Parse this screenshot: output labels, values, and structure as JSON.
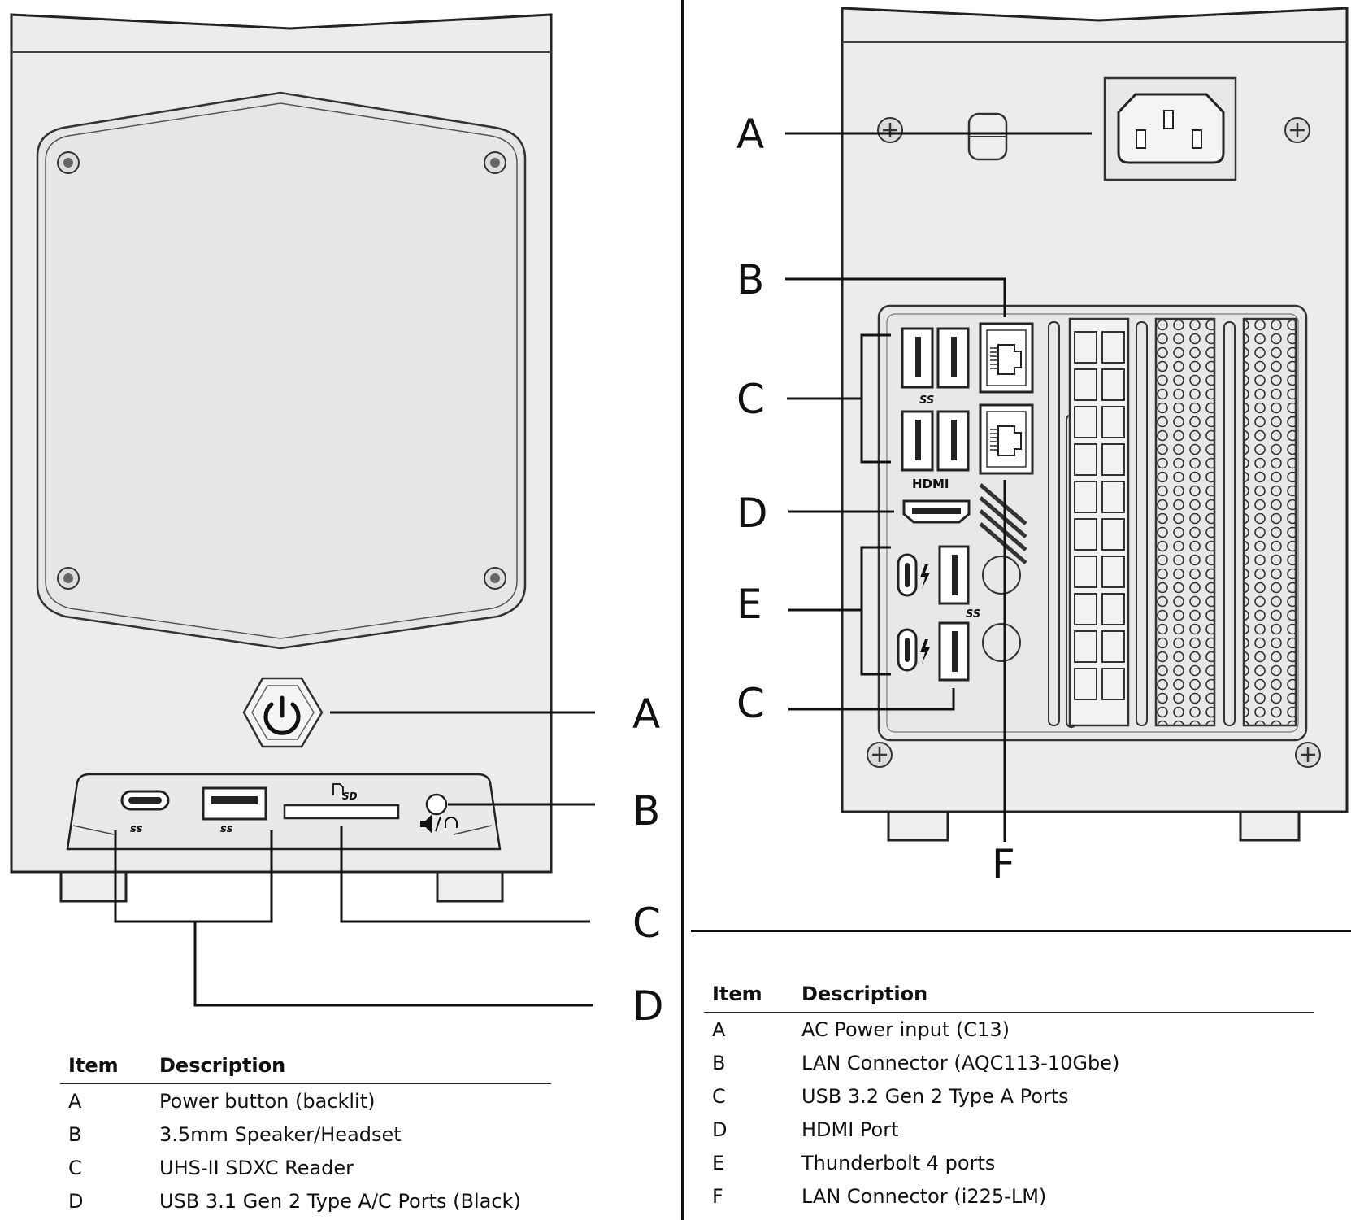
{
  "front_panel": {
    "callouts": [
      "A",
      "B",
      "C",
      "D"
    ],
    "port_labels": {
      "usb_c": "ss",
      "usb_a": "ss",
      "sd": "SD"
    },
    "table": {
      "headers": [
        "Item",
        "Description"
      ],
      "rows": [
        [
          "A",
          "Power button (backlit)"
        ],
        [
          "B",
          "3.5mm Speaker/Headset"
        ],
        [
          "C",
          "UHS-II SDXC Reader"
        ],
        [
          "D",
          "USB 3.1 Gen 2 Type A/C Ports (Black)"
        ]
      ]
    }
  },
  "rear_panel": {
    "callouts": [
      "A",
      "B",
      "C",
      "D",
      "E",
      "C",
      "F"
    ],
    "port_labels": {
      "hdmi": "HDMI",
      "usb_top": "SS",
      "usb_tb": "SS"
    },
    "table": {
      "headers": [
        "Item",
        "Description"
      ],
      "rows": [
        [
          "A",
          "AC Power input (C13)"
        ],
        [
          "B",
          "LAN Connector (AQC113-10Gbe)"
        ],
        [
          "C",
          "USB 3.2 Gen 2 Type A Ports"
        ],
        [
          "D",
          "HDMI Port"
        ],
        [
          "E",
          "Thunderbolt 4 ports"
        ],
        [
          "F",
          "LAN Connector (i225-LM)"
        ]
      ]
    }
  }
}
